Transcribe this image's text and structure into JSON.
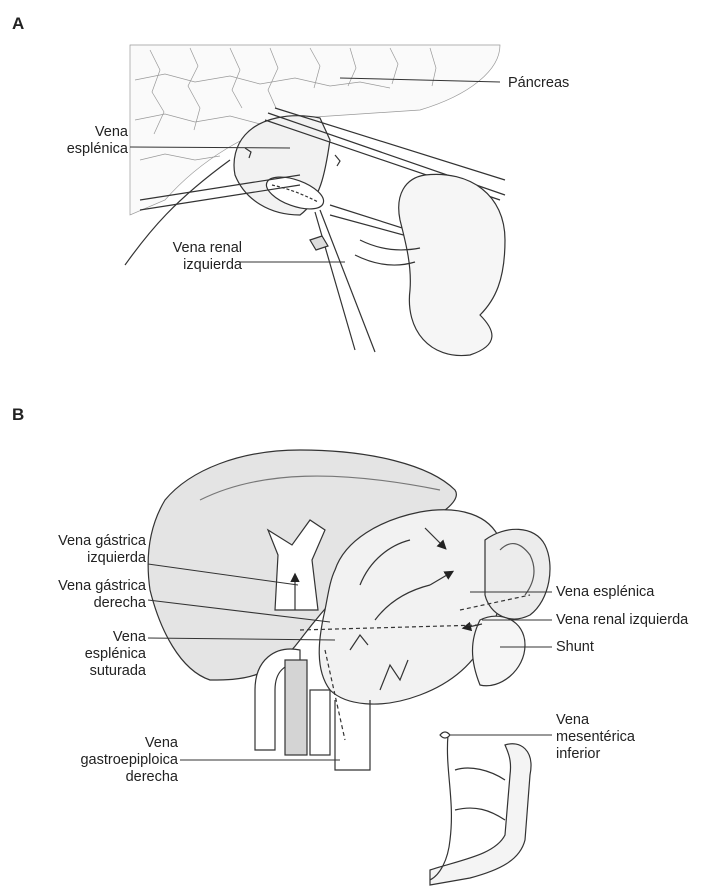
{
  "panels": {
    "a": {
      "letter": "A",
      "labels": {
        "pancreas": "Páncreas",
        "splenic_vein_1": "Vena",
        "splenic_vein_2": "esplénica",
        "left_renal_1": "Vena renal",
        "left_renal_2": "izquierda"
      }
    },
    "b": {
      "letter": "B",
      "labels": {
        "left_gastric_1": "Vena gástrica",
        "left_gastric_2": "izquierda",
        "right_gastric_1": "Vena gástrica",
        "right_gastric_2": "derecha",
        "sutured_1": "Vena",
        "sutured_2": "esplénica",
        "sutured_3": "suturada",
        "gastroepiploic_1": "Vena",
        "gastroepiploic_2": "gastroepiploica",
        "gastroepiploic_3": "derecha",
        "splenic_vein": "Vena esplénica",
        "left_renal": "Vena renal izquierda",
        "shunt": "Shunt",
        "inf_mesenteric_1": "Vena",
        "inf_mesenteric_2": "mesentérica",
        "inf_mesenteric_3": "inferior"
      }
    }
  }
}
